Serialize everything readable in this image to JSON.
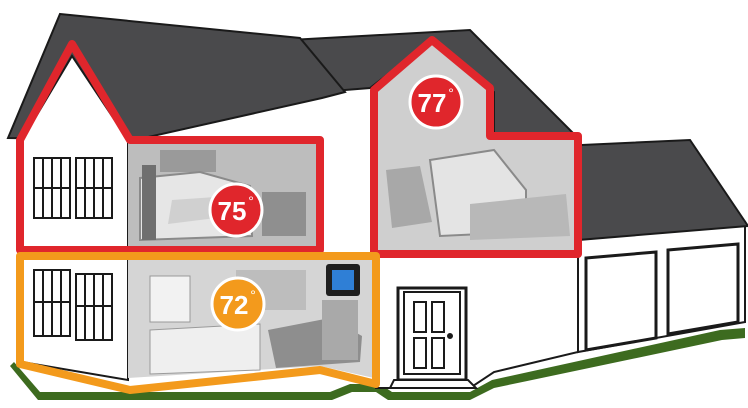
{
  "zones": [
    {
      "id": "upstairs-bedroom",
      "temperature": "75",
      "unit": "°",
      "color": "#e0262c"
    },
    {
      "id": "upstairs-nursery",
      "temperature": "77",
      "unit": "°",
      "color": "#e0262c"
    },
    {
      "id": "downstairs-living",
      "temperature": "72",
      "unit": "°",
      "color": "#f39a1c"
    }
  ],
  "colors": {
    "roof": "#4a4a4c",
    "roof_edge": "#1a1a1a",
    "wall": "#ffffff",
    "outline": "#1a1a1a",
    "grass": "#3d6b1f",
    "upstairs_zone": "#e0262c",
    "downstairs_zone": "#f39a1c",
    "room_fill": "#c9c9c9",
    "thermostat_screen": "#2f7fd6"
  },
  "icons": [
    "thermostat-icon",
    "front-door-icon",
    "garage-door-icon"
  ]
}
